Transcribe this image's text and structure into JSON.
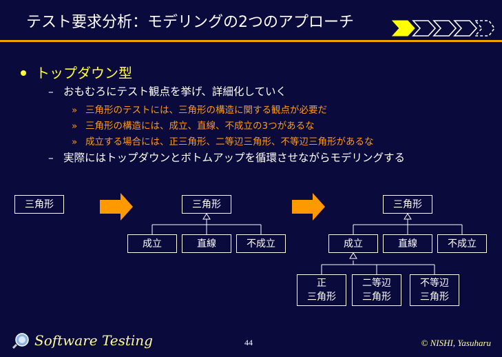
{
  "slide": {
    "title": "テスト要求分析：モデリングの2つのアプローチ",
    "page_number": "44",
    "footer_brand": "Software Testing",
    "copyright": "© NISHI, Yasuharu"
  },
  "colors": {
    "background": "#0a0a3c",
    "accent_rule": "#f0a000",
    "heading": "#ffff33",
    "sub_bullet": "#ff9a1a",
    "arrow": "#ff9900"
  },
  "bullets": {
    "heading": "トップダウン型",
    "items": [
      "おもむろにテスト観点を挙げ、詳細化していく",
      "実際にはトップダウンとボトムアップを循環させながらモデリングする"
    ],
    "sub_items": [
      "三角形のテストには、三角形の構造に関する観点が必要だ",
      "三角形の構造には、成立、直線、不成立の3つがあるな",
      "成立する場合には、正三角形、二等辺三角形、不等辺三角形があるな"
    ],
    "dash": "–",
    "marker": "»"
  },
  "diagram": {
    "stage1": {
      "root": "三角形"
    },
    "stage2": {
      "root": "三角形",
      "children": [
        "成立",
        "直線",
        "不成立"
      ]
    },
    "stage3": {
      "root": "三角形",
      "children": [
        "成立",
        "直線",
        "不成立"
      ],
      "grandchildren": [
        [
          "正",
          "三角形"
        ],
        [
          "二等辺",
          "三角形"
        ],
        [
          "不等辺",
          "三角形"
        ]
      ]
    }
  },
  "icons": {
    "progress": "progress-chevrons-icon",
    "arrow": "arrow-right-icon",
    "logo": "magnifier-logo-icon"
  }
}
